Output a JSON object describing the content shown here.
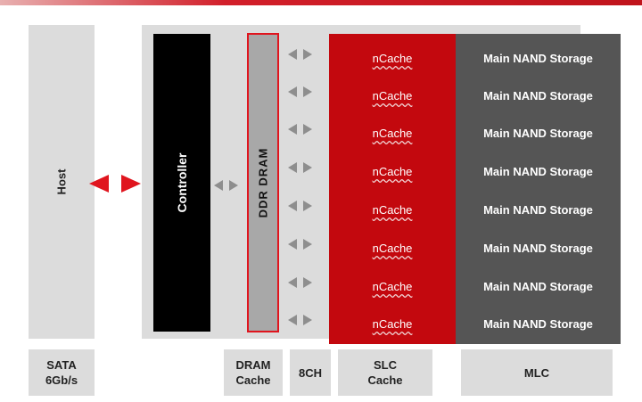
{
  "host": {
    "label": "Host"
  },
  "controller": {
    "label": "Controller"
  },
  "dram": {
    "label": "DDR DRAM"
  },
  "slc_cells": [
    "nCache",
    "nCache",
    "nCache",
    "nCache",
    "nCache",
    "nCache",
    "nCache",
    "nCache"
  ],
  "mlc_cells": [
    "Main NAND Storage",
    "Main NAND Storage",
    "Main NAND Storage",
    "Main NAND Storage",
    "Main NAND Storage",
    "Main NAND Storage",
    "Main NAND Storage",
    "Main NAND Storage"
  ],
  "bottom_labels": {
    "sata": [
      "SATA",
      "6Gb/s"
    ],
    "dram_cache": [
      "DRAM",
      "Cache"
    ],
    "channels": [
      "8CH"
    ],
    "slc_cache": [
      "SLC",
      "Cache"
    ],
    "mlc": [
      "MLC"
    ]
  },
  "colors": {
    "accent_red": "#c3080e",
    "nand_gray": "#555555",
    "panel_gray": "#dcdcdc",
    "arrow_gray": "#8e8e8e"
  }
}
